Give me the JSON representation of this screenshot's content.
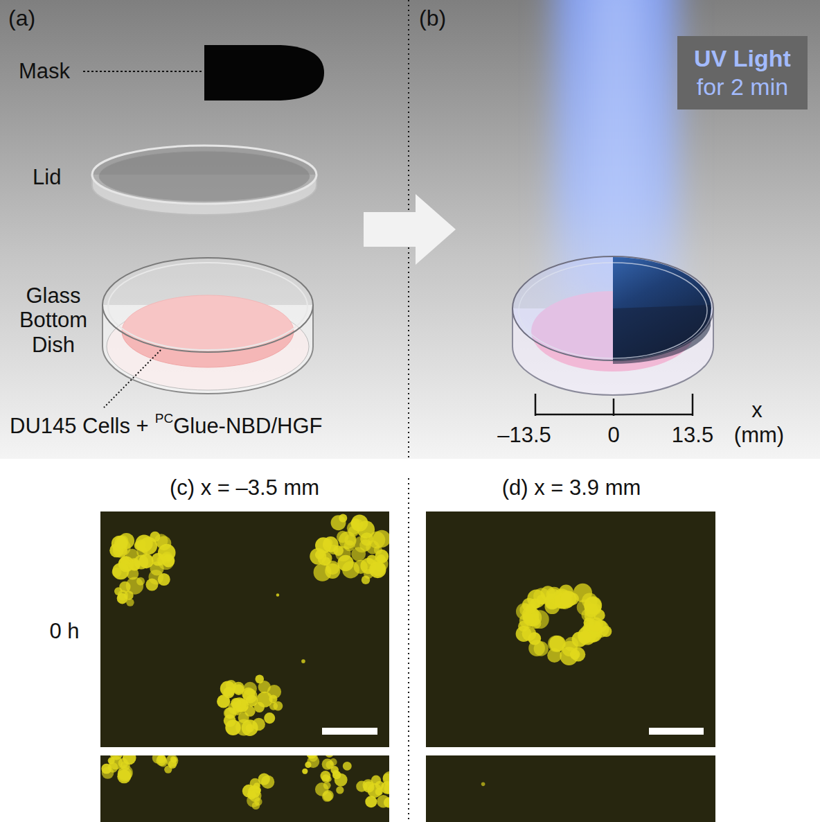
{
  "diagram": {
    "nodes": [
      {
        "text": [
          "UV Light",
          "for 2 min"
        ]
      }
    ],
    "labels": [
      "(a)",
      "Mask",
      "Lid",
      "Glass Bottom Dish",
      "DU145 Cells +",
      "PC",
      "Glue-NBD/HGF",
      "(b)",
      "x",
      "–13.5",
      "0",
      "13.5",
      "(mm)",
      "(c) x = –3.5 mm",
      "(d) x = 3.9 mm",
      "0 h"
    ]
  }
}
